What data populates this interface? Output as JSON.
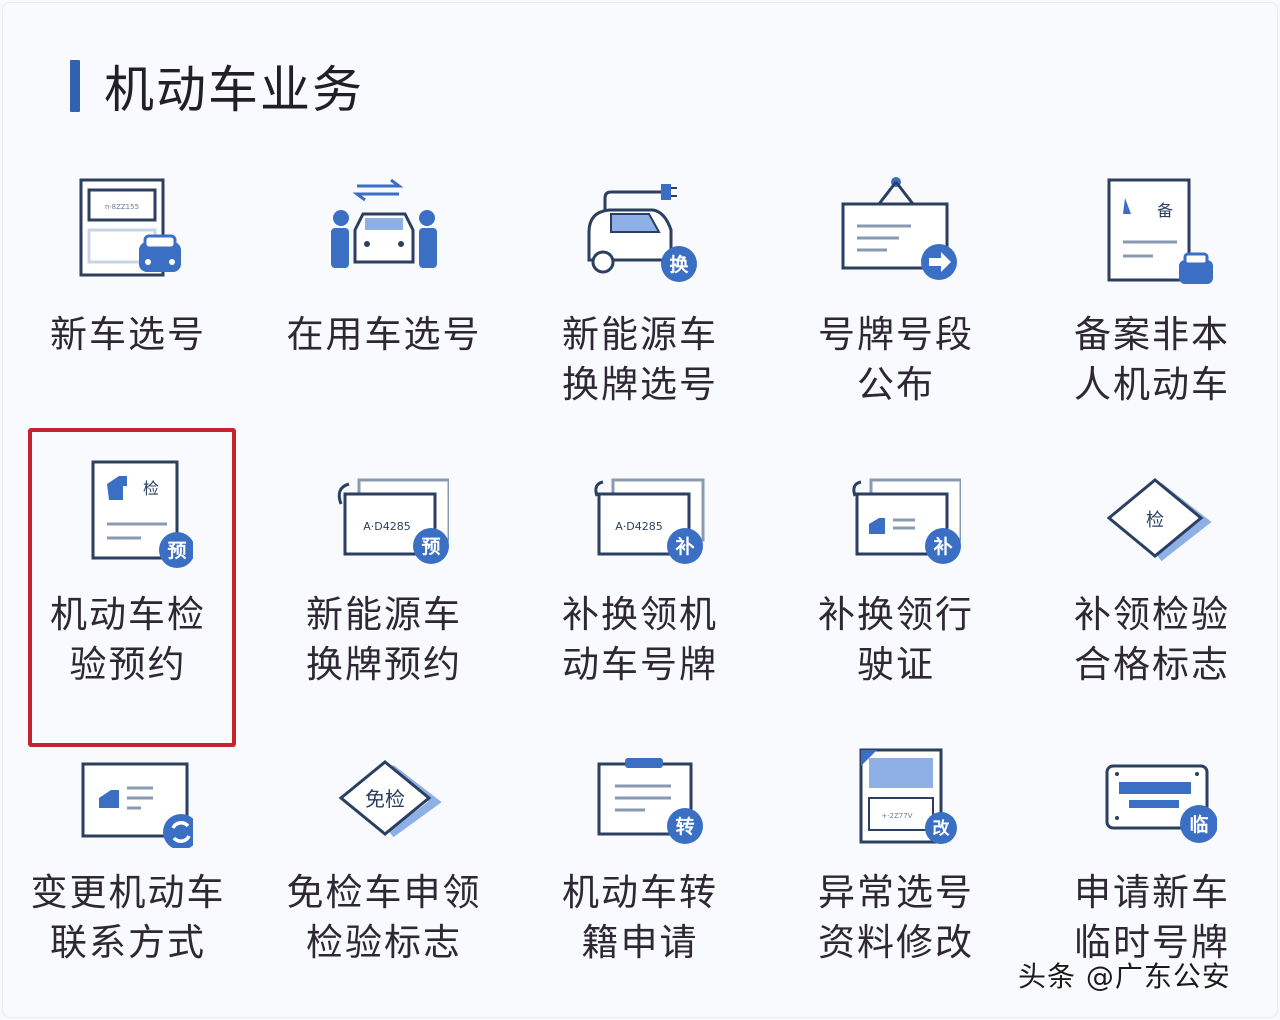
{
  "section": {
    "title": "机动车业务"
  },
  "colors": {
    "accent": "#2f63ad",
    "icon_blue": "#3a6fc4",
    "icon_light": "#8fb0e6",
    "outline": "#1e2f4a",
    "highlight_border": "#c8232c"
  },
  "services": [
    {
      "label": "新车选号",
      "icon": "new-car-plate-icon",
      "badge": ""
    },
    {
      "label": "在用车选号",
      "icon": "car-transfer-icon",
      "badge": ""
    },
    {
      "label": "新能源车\n换牌选号",
      "icon": "ev-car-icon",
      "badge": "换"
    },
    {
      "label": "号牌号段\n公布",
      "icon": "notice-board-icon",
      "badge": "arrow"
    },
    {
      "label": "备案非本\n人机动车",
      "icon": "filing-document-icon",
      "badge": "备"
    },
    {
      "label": "机动车检\n验预约",
      "icon": "inspection-booking-icon",
      "badge": "预",
      "inner": "检",
      "highlighted": true
    },
    {
      "label": "新能源车\n换牌预约",
      "icon": "plate-booking-icon",
      "badge": "预",
      "plate": "A·D4285"
    },
    {
      "label": "补换领机\n动车号牌",
      "icon": "plate-replace-icon",
      "badge": "补",
      "plate": "A·D4285"
    },
    {
      "label": "补换领行\n驶证",
      "icon": "license-replace-icon",
      "badge": "补"
    },
    {
      "label": "补领检验\n合格标志",
      "icon": "inspection-sticker-icon",
      "badge": "",
      "inner": "检"
    },
    {
      "label": "变更机动车\n联系方式",
      "icon": "contact-change-icon",
      "badge": "sync"
    },
    {
      "label": "免检车申领\n检验标志",
      "icon": "exempt-sticker-icon",
      "badge": "",
      "inner": "免检"
    },
    {
      "label": "机动车转\n籍申请",
      "icon": "transfer-clipboard-icon",
      "badge": "转"
    },
    {
      "label": "异常选号\n资料修改",
      "icon": "record-edit-icon",
      "badge": "改"
    },
    {
      "label": "申请新车\n临时号牌",
      "icon": "temporary-plate-icon",
      "badge": "临"
    }
  ],
  "watermark": "头条 @广东公安"
}
